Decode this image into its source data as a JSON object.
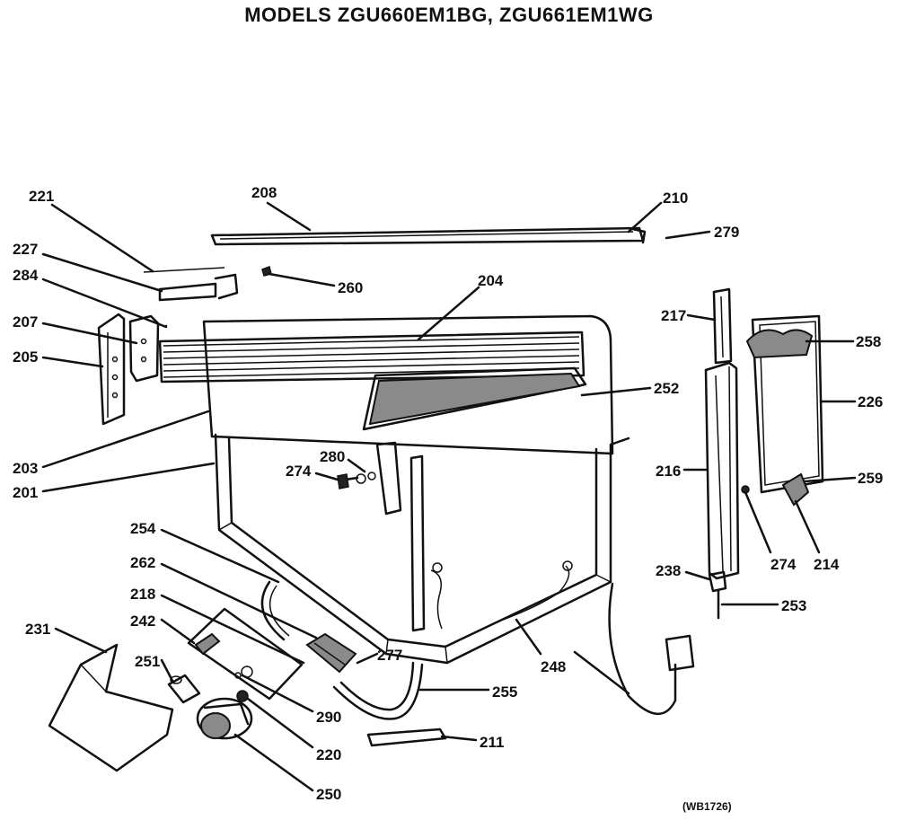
{
  "title": "MODELS ZGU660EM1BG, ZGU661EM1WG",
  "reference_code": "(WB1726)",
  "callouts": [
    {
      "num": "221"
    },
    {
      "num": "208"
    },
    {
      "num": "210"
    },
    {
      "num": "279"
    },
    {
      "num": "227"
    },
    {
      "num": "260"
    },
    {
      "num": "284"
    },
    {
      "num": "204"
    },
    {
      "num": "207"
    },
    {
      "num": "205"
    },
    {
      "num": "217"
    },
    {
      "num": "258"
    },
    {
      "num": "252"
    },
    {
      "num": "226"
    },
    {
      "num": "203"
    },
    {
      "num": "201"
    },
    {
      "num": "280"
    },
    {
      "num": "274"
    },
    {
      "num": "216"
    },
    {
      "num": "259"
    },
    {
      "num": "254"
    },
    {
      "num": "274"
    },
    {
      "num": "214"
    },
    {
      "num": "262"
    },
    {
      "num": "238"
    },
    {
      "num": "218"
    },
    {
      "num": "253"
    },
    {
      "num": "242"
    },
    {
      "num": "231"
    },
    {
      "num": "277"
    },
    {
      "num": "248"
    },
    {
      "num": "251"
    },
    {
      "num": "255"
    },
    {
      "num": "290"
    },
    {
      "num": "220"
    },
    {
      "num": "211"
    },
    {
      "num": "250"
    }
  ]
}
